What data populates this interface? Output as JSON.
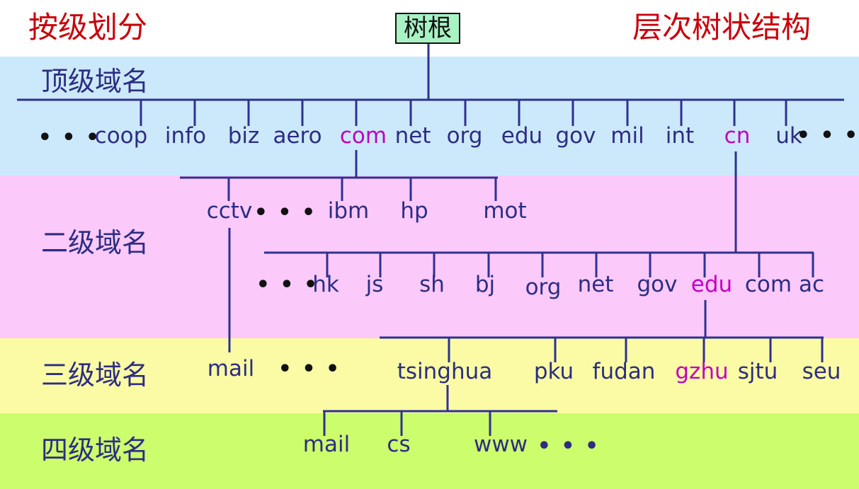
{
  "header": {
    "left_title": "按级划分",
    "right_title": "层次树状结构",
    "root_label": "树根"
  },
  "levels": {
    "top": "顶级域名",
    "second": "二级域名",
    "third": "三级域名",
    "fourth": "四级域名"
  },
  "top_level": [
    "coop",
    "info",
    "biz",
    "aero",
    "com",
    "net",
    "org",
    "edu",
    "gov",
    "mil",
    "int",
    "cn",
    "uk"
  ],
  "com_children": [
    "cctv",
    "ibm",
    "hp",
    "mot"
  ],
  "cn_children": [
    "hk",
    "js",
    "sh",
    "bj",
    "org",
    "net",
    "gov",
    "edu",
    "com",
    "ac"
  ],
  "edu_children": [
    "tsinghua",
    "pku",
    "fudan",
    "gzhu",
    "sjtu",
    "seu"
  ],
  "cctv_children": [
    "mail"
  ],
  "tsinghua_children": [
    "mail",
    "cs",
    "www"
  ],
  "ellipsis": "• • •",
  "colors": {
    "line": "#2e3192",
    "text": "#2d2d82",
    "highlight": "#c000c0",
    "header": "#c8000a",
    "band_top": "#cce9fb",
    "band_second": "#fcc9fb",
    "band_third": "#fbfba5",
    "band_fourth": "#ccfd6c",
    "root_box": "#a9f2c4"
  }
}
